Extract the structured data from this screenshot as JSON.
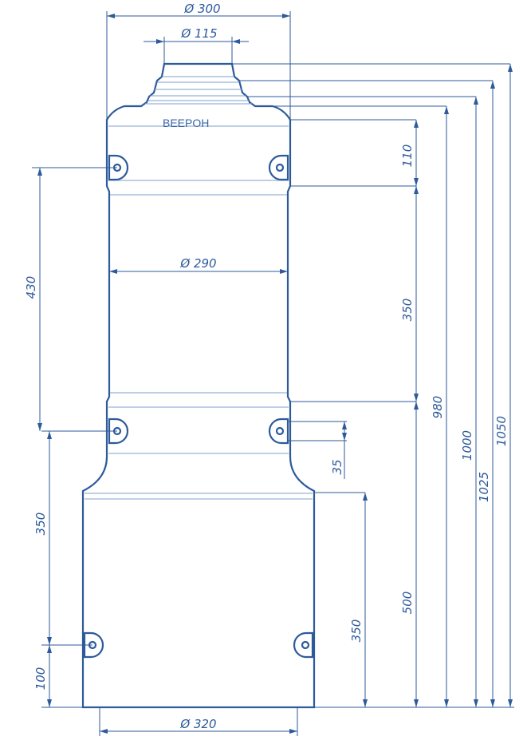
{
  "brand": "BEEPOH",
  "dimensions": {
    "dia_top": "Ø 300",
    "dia_neck": "Ø 115",
    "dia_body": "Ø 290",
    "dia_bottom": "Ø 320",
    "h_110": "110",
    "h_350_mid": "350",
    "h_500": "500",
    "h_980": "980",
    "h_1000": "1000",
    "h_1025": "1025",
    "h_1050": "1050",
    "h_35": "35",
    "h_350_right": "350",
    "h_430": "430",
    "h_350_left": "350",
    "h_100": "100"
  },
  "color": "#2d5a9b"
}
